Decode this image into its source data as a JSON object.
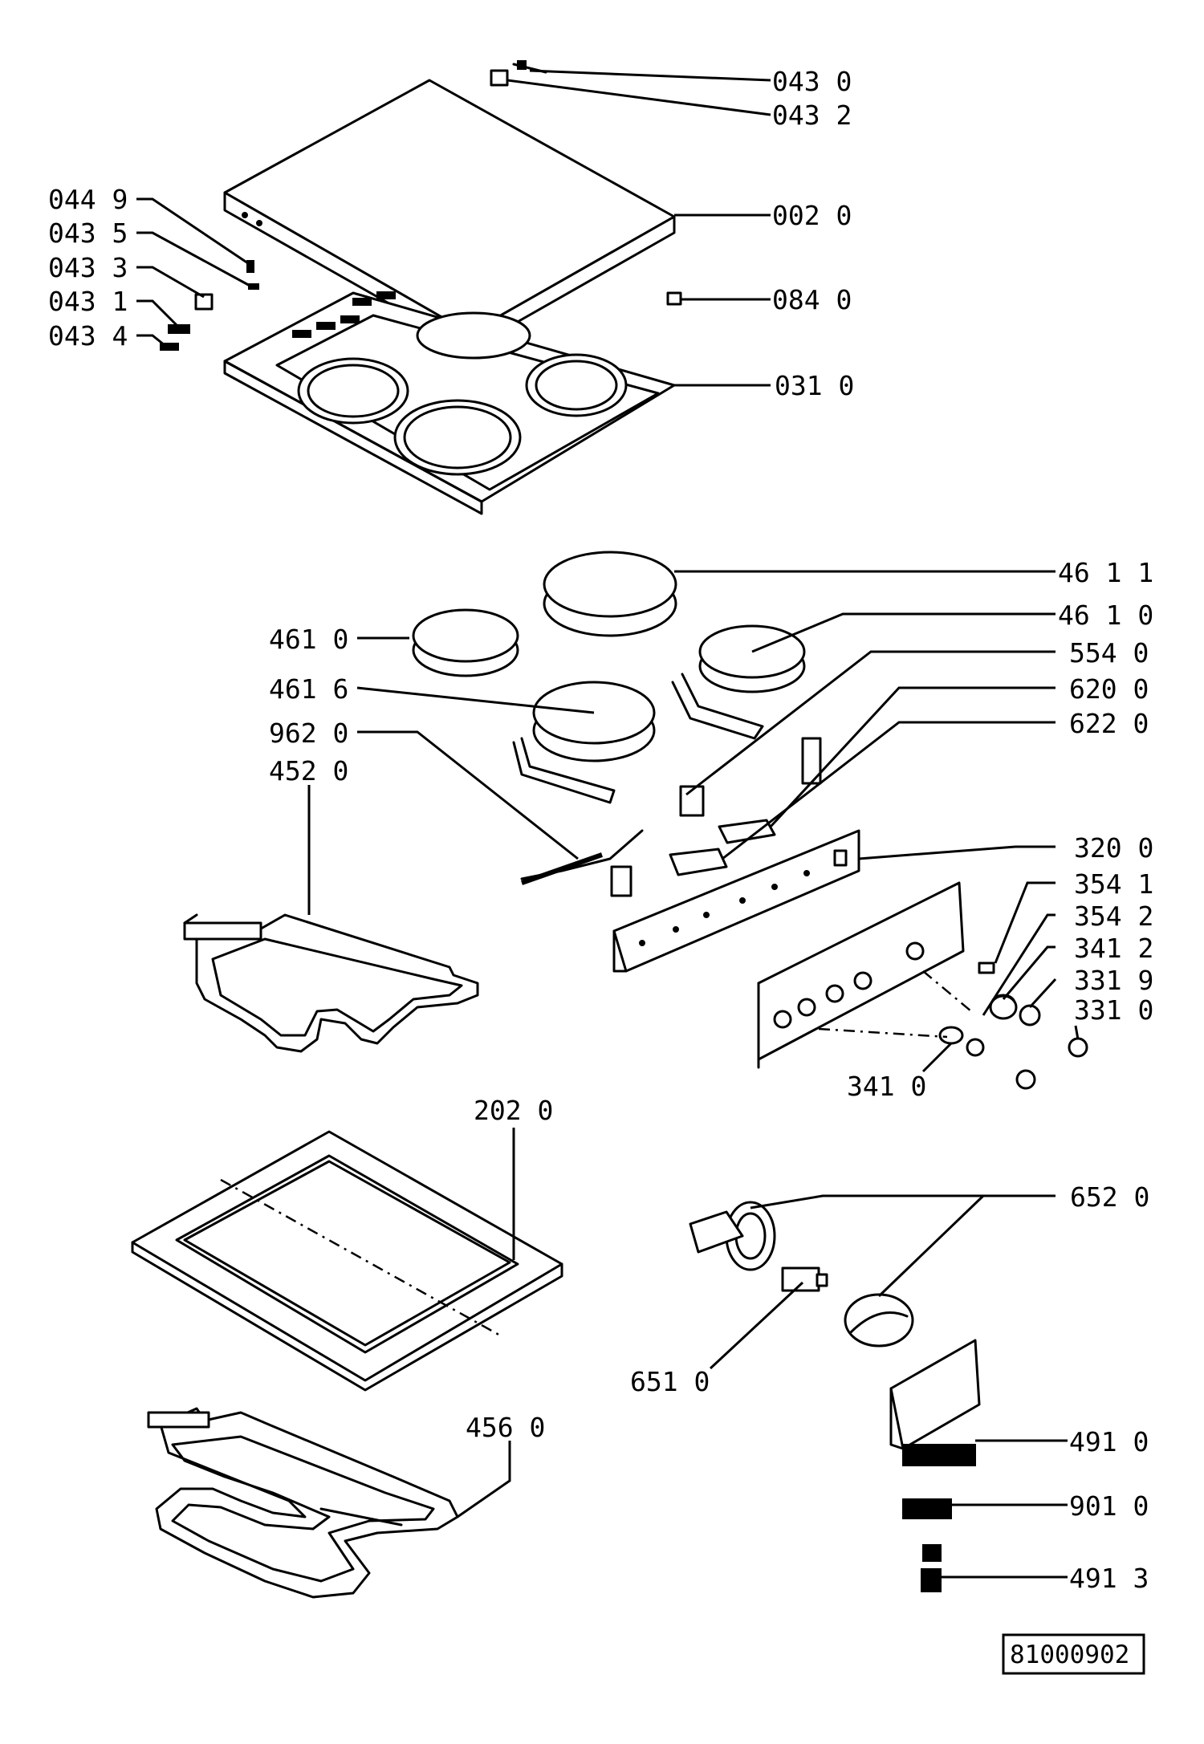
{
  "diagram": {
    "reference_code": "81000902",
    "labels": {
      "p0430": "043 0",
      "p0432": "043 2",
      "p0020": "002 0",
      "p0840": "084 0",
      "p0310": "031 0",
      "p0449": "044 9",
      "p0435": "043 5",
      "p0433": "043 3",
      "p0431": "043 1",
      "p0434": "043 4",
      "p4611": "46 1 1",
      "p4610r": "46 1 0",
      "p4610l": "461 0",
      "p5540": "554 0",
      "p6200": "620 0",
      "p6220": "622 0",
      "p4616": "461 6",
      "p9620": "962 0",
      "p4520": "452 0",
      "p3200": "320 0",
      "p3541": "354 1",
      "p3542": "354 2",
      "p3412": "341 2",
      "p3319": "331 9",
      "p3310": "331 0",
      "p3410": "341 0",
      "p2020": "202 0",
      "p6520": "652 0",
      "p6510": "651 0",
      "p4560": "456 0",
      "p4910": "491 0",
      "p9010": "901 0",
      "p4913": "491 3"
    }
  }
}
